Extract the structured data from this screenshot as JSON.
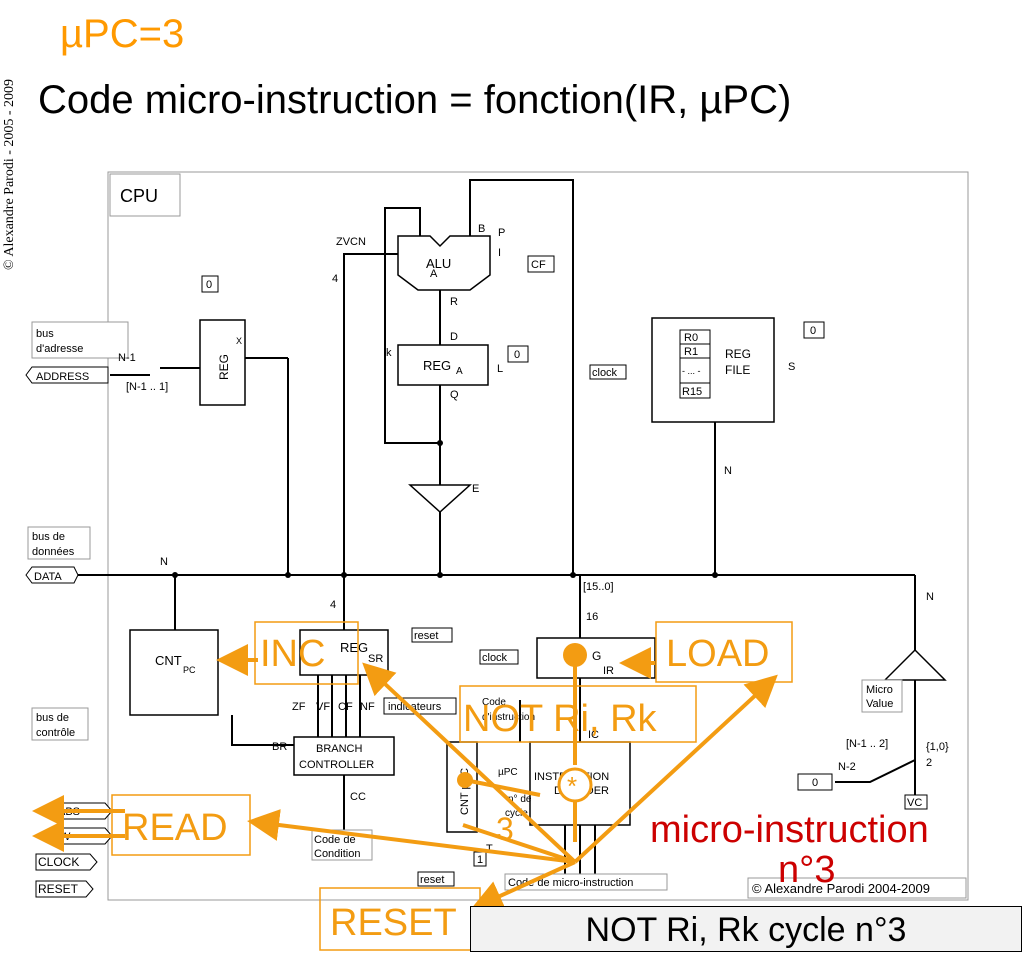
{
  "title": "µPC=3",
  "subtitle": "Code micro-instruction = fonction(IR, µPC)",
  "side_copyright": "© Alexandre Parodi - 2005 - 2009",
  "accent_color": "#ff9900",
  "cpu_label": "CPU",
  "diagram_copyright": "© Alexandre Parodi 2004-2009",
  "blocks": {
    "alu": "ALU",
    "reg_a": "REG",
    "reg_a_sub": "A",
    "reg_x": "REG",
    "reg_x_sub": "X",
    "reg_file": [
      "REG",
      "FILE"
    ],
    "reg_file_cells": [
      "R0",
      "R1",
      "- ... -",
      "R15"
    ],
    "cnt_pc": "CNT",
    "cnt_pc_sub": "PC",
    "sr_reg": "REG",
    "sr_port": "SR",
    "branch_controller": [
      "BRANCH",
      "CONTROLLER"
    ],
    "ir_reg": "G",
    "ir_port": "IR",
    "instruction_decoder": [
      "INSTRUCTION",
      "DECODER"
    ],
    "cnt_upc": "CNT µPC",
    "micro_value": [
      "Micro",
      "Value"
    ]
  },
  "bus_labels": {
    "address_bus": [
      "bus",
      "d'adresse"
    ],
    "address": "ADDRESS",
    "data_bus": [
      "bus de",
      "données"
    ],
    "data": "DATA",
    "control_bus": [
      "bus de",
      "contrôle"
    ],
    "abs": "ABS",
    "w": "W",
    "clock": "CLOCK",
    "reset": "RESET"
  },
  "signal_labels": {
    "zvcn": "ZVCN",
    "cf": "CF",
    "clock": "clock",
    "reset": "reset",
    "indicators": "indicateurs",
    "flags": [
      "ZF",
      "VF",
      "CF",
      "NF"
    ],
    "br": "BR",
    "cc": "CC",
    "code_condition": [
      "Code de",
      "Condition"
    ],
    "code_instruction": [
      "Code",
      "d'instruction"
    ],
    "code_micro_instruction": "Code de micro-instruction",
    "upc": "µPC",
    "cycle": [
      "n° de",
      "cycle"
    ],
    "bits_15_0": "[15..0]",
    "bits_n1_1": "[N-1 .. 1]",
    "bits_n1_2": "[N-1 .. 2]",
    "set_10": "{1,0}",
    "vc": "VC",
    "n": "N",
    "n_minus_1": "N-1",
    "n_minus_2": "N-2",
    "sixteen": "16",
    "four": "4",
    "two": "2",
    "zero": "0",
    "one": "1",
    "ports": [
      "A",
      "B",
      "D",
      "Q",
      "R",
      "L",
      "E",
      "S",
      "P",
      "I",
      "k",
      "T",
      "IC"
    ]
  },
  "overlay": {
    "inc": "INC",
    "load": "LOAD",
    "not_ri_rk": "NOT Ri, Rk",
    "read": "READ",
    "reset": "RESET",
    "upc_value": "3",
    "micro_instruction": "micro-instruction",
    "micro_instruction_number": "n°3",
    "star": "*"
  },
  "banner": "NOT Ri, Rk  cycle n°3"
}
